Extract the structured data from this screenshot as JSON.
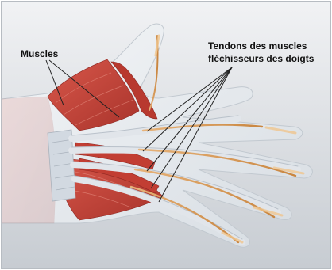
{
  "labels": {
    "muscles": "Muscles",
    "tendons_line1": "Tendons des muscles",
    "tendons_line2": "fléchisseurs des doigts"
  },
  "colors": {
    "background_top": "#eef0f2",
    "background_bottom": "#c9ced4",
    "skin": "#e9edf1",
    "muscle": "#c8453a",
    "muscle_dark": "#9e2c25",
    "tendon_sheath": "#dfe3e8",
    "tendon_core": "#d99c55",
    "wrist_band": "#c9d2dc",
    "leader_line": "#222222"
  }
}
